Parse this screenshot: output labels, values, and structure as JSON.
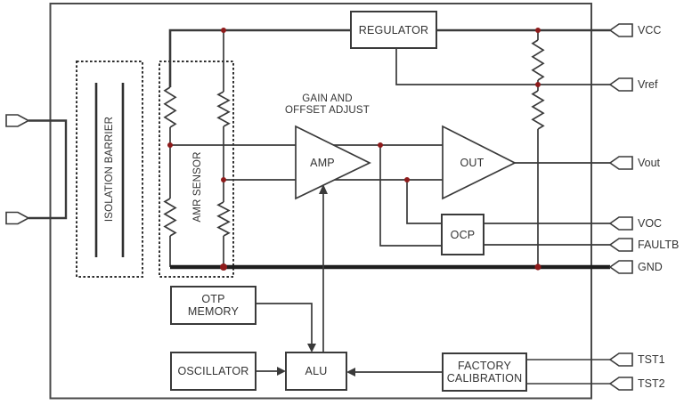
{
  "diagram": {
    "blocks": {
      "regulator": "REGULATOR",
      "ocp": "OCP",
      "otp_line1": "OTP",
      "otp_line2": "MEMORY",
      "oscillator": "OSCILLATOR",
      "alu": "ALU",
      "factory_line1": "FACTORY",
      "factory_line2": "CALIBRATION"
    },
    "amplifiers": {
      "amp": "AMP",
      "out": "OUT"
    },
    "annotations": {
      "gain_line1": "GAIN AND",
      "gain_line2": "OFFSET ADJUST",
      "isolation_barrier": "ISOLATION BARRIER",
      "amr_sensor": "AMR SENSOR"
    },
    "pins": {
      "vcc": "VCC",
      "vref": "Vref",
      "vout": "Vout",
      "voc": "VOC",
      "faultb": "FAULTB",
      "gnd": "GND",
      "tst1": "TST1",
      "tst2": "TST2"
    },
    "colors": {
      "line": "#3a3a3a",
      "junction_dot": "#8e1b1b",
      "background": "#ffffff"
    }
  }
}
